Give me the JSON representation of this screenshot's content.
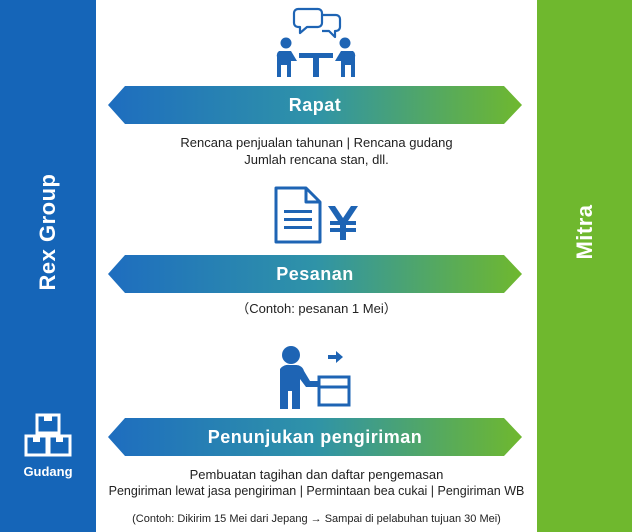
{
  "left_panel": {
    "title": "Rex Group",
    "warehouse_label": "Gudang"
  },
  "right_panel": {
    "title": "Mitra"
  },
  "steps": [
    {
      "title": "Rapat",
      "icon": "meeting-icon",
      "lines": [
        "Rencana penjualan tahunan | Rencana gudang",
        "Jumlah rencana stan, dll."
      ]
    },
    {
      "title": "Pesanan",
      "icon": "order-document-yen-icon",
      "lines": [
        "（Contoh: pesanan 1 Mei）"
      ]
    },
    {
      "title": "Penunjukan pengiriman",
      "icon": "shipping-worker-icon",
      "lines": [
        "Pembuatan tagihan dan daftar pengemasan",
        "Pengiriman lewat jasa pengiriman | Permintaan bea cukai | Pengiriman WB"
      ],
      "note": "(Contoh: Dikirim 15 Mei dari Jepang → Sampai di pelabuhan tujuan 30 Mei)"
    }
  ],
  "colors": {
    "blue": "#1565b8",
    "green": "#6fb82e",
    "icon_blue": "#1e64b4"
  }
}
